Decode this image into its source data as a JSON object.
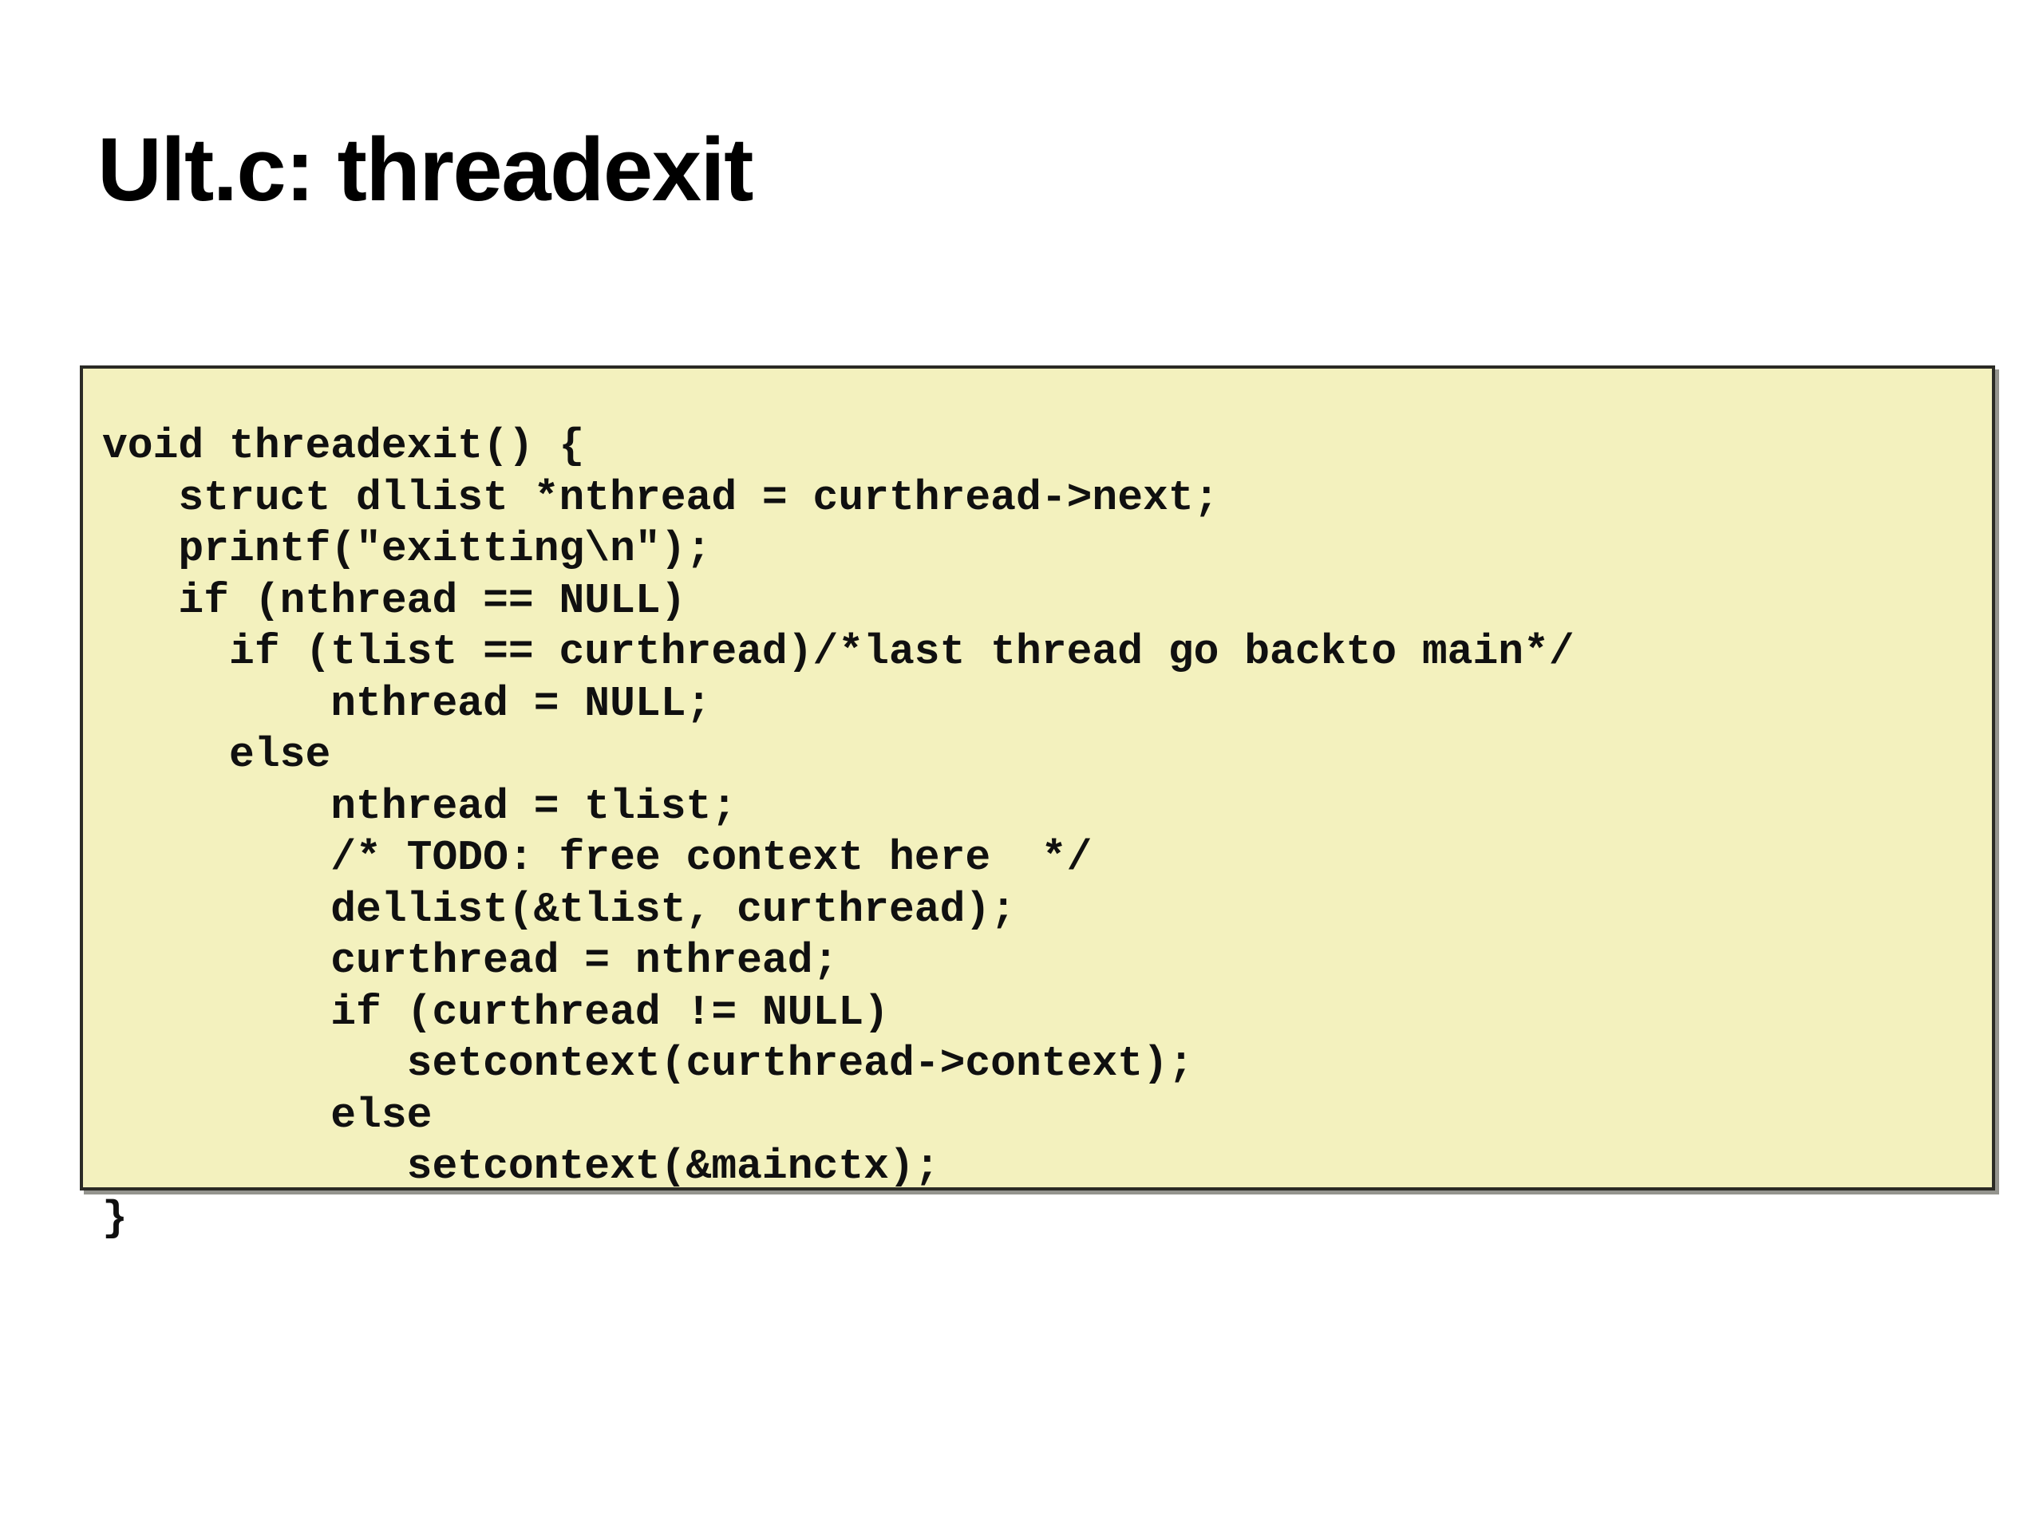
{
  "slide": {
    "title": "Ult.c: threadexit",
    "background_color": "#ffffff",
    "title_color": "#000000"
  },
  "code_block": {
    "background_color": "#F3F1BE",
    "border_color": "#2b2b25",
    "text_color": "#101010",
    "language": "c",
    "lines": [
      "void threadexit() {",
      "   struct dllist *nthread = curthread->next;",
      "   printf(\"exitting\\n\");",
      "   if (nthread == NULL)",
      "     if (tlist == curthread)/*last thread go backto main*/",
      "         nthread = NULL;",
      "     else",
      "         nthread = tlist;",
      "         /* TODO: free context here  */",
      "         dellist(&tlist, curthread);",
      "         curthread = nthread;",
      "         if (curthread != NULL)",
      "            setcontext(curthread->context);",
      "         else",
      "            setcontext(&mainctx);",
      "}"
    ],
    "full_text": "void threadexit() {\n   struct dllist *nthread = curthread->next;\n   printf(\"exitting\\n\");\n   if (nthread == NULL)\n     if (tlist == curthread)/*last thread go backto main*/\n         nthread = NULL;\n     else\n         nthread = tlist;\n         /* TODO: free context here  */\n         dellist(&tlist, curthread);\n         curthread = nthread;\n         if (curthread != NULL)\n            setcontext(curthread->context);\n         else\n            setcontext(&mainctx);\n}"
  }
}
